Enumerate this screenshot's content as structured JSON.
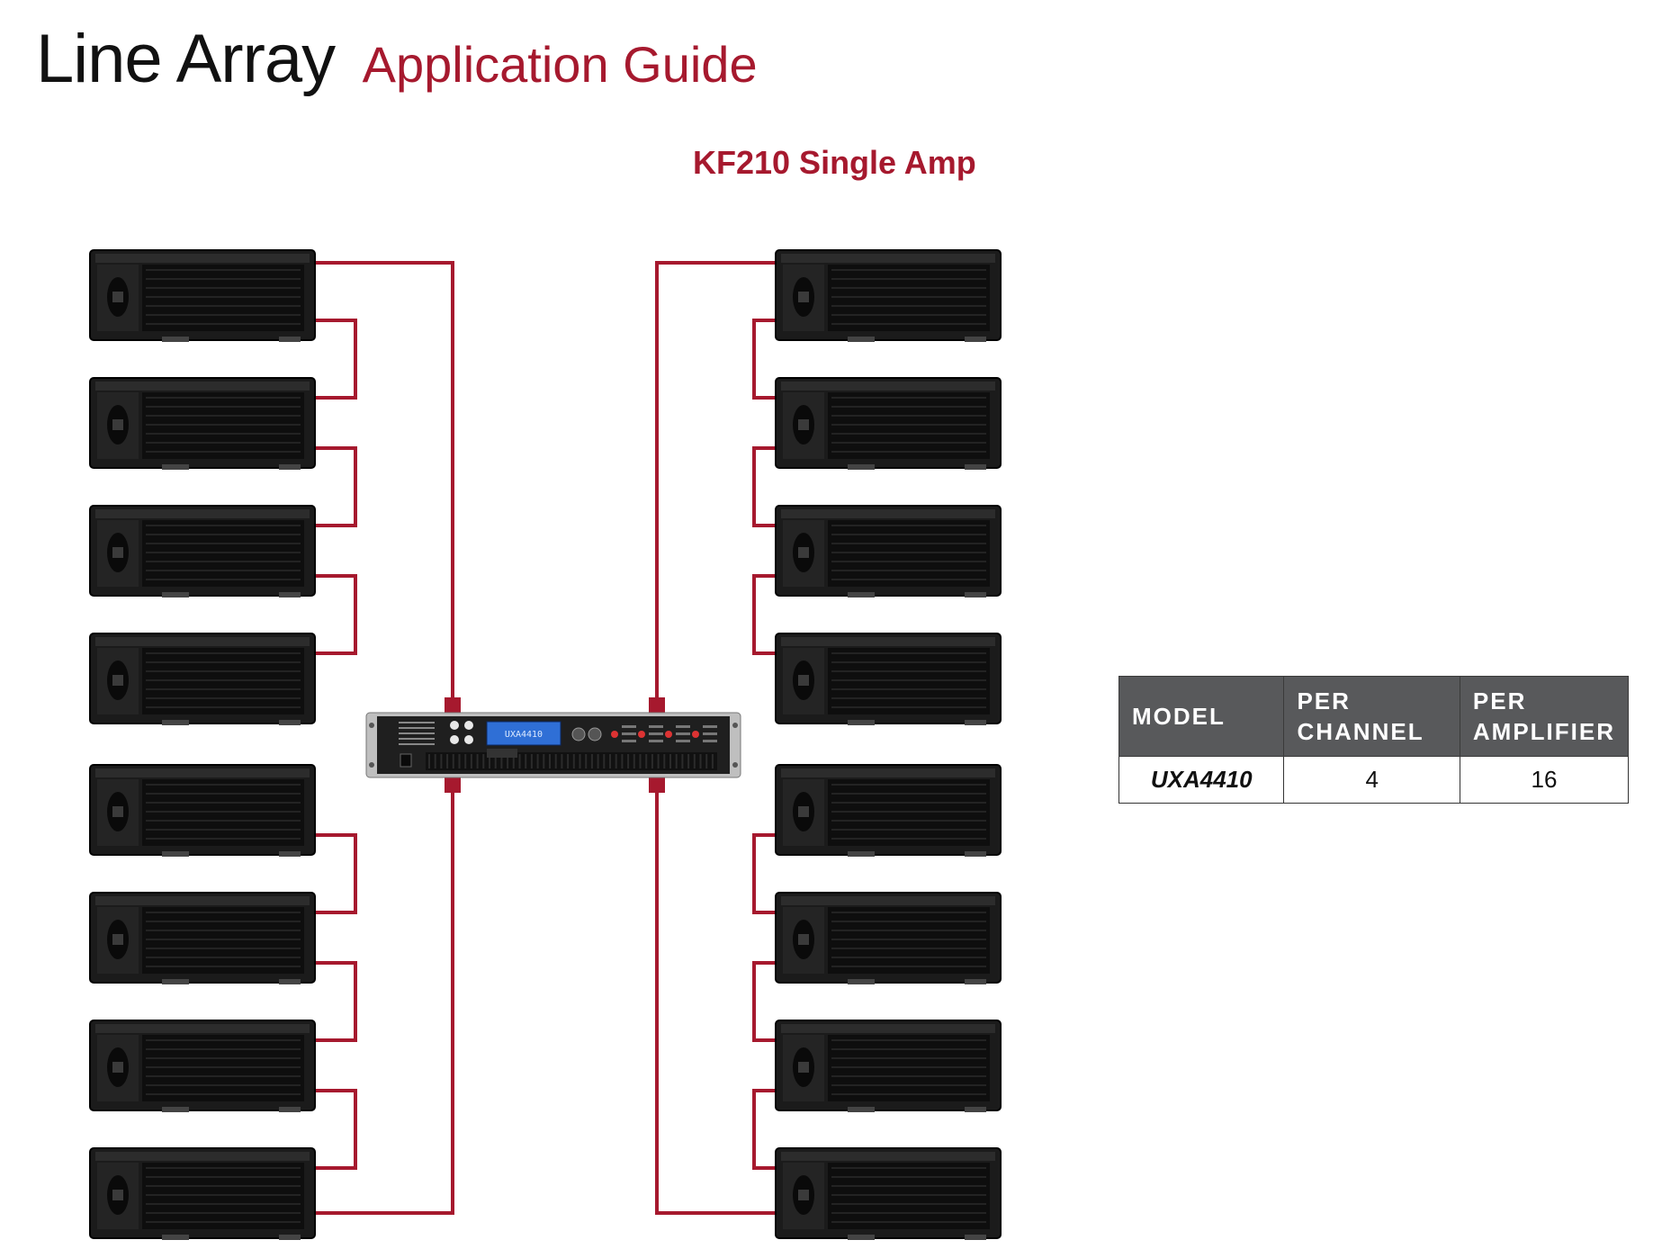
{
  "header": {
    "title": "Line Array",
    "subtitle": "Application Guide"
  },
  "diagram": {
    "title": "KF210 Single Amp",
    "cable_color": "#a6192e",
    "brand_color": "#a6192e",
    "left_stack": {
      "speakers": 8,
      "groups": 2,
      "speakers_per_group": 4
    },
    "right_stack": {
      "speakers": 8,
      "groups": 2,
      "speakers_per_group": 4
    },
    "amplifier": {
      "icon": "amplifier-icon",
      "display_text": "UXA4410"
    },
    "speaker_icon": "line-array-speaker-icon"
  },
  "table": {
    "headers": [
      {
        "line1": "MODEL",
        "line2": ""
      },
      {
        "line1": "PER",
        "line2": "CHANNEL"
      },
      {
        "line1": "PER",
        "line2": "AMPLIFIER"
      }
    ],
    "rows": [
      {
        "model": "UXA4410",
        "per_channel": "4",
        "per_amplifier": "16"
      }
    ]
  }
}
